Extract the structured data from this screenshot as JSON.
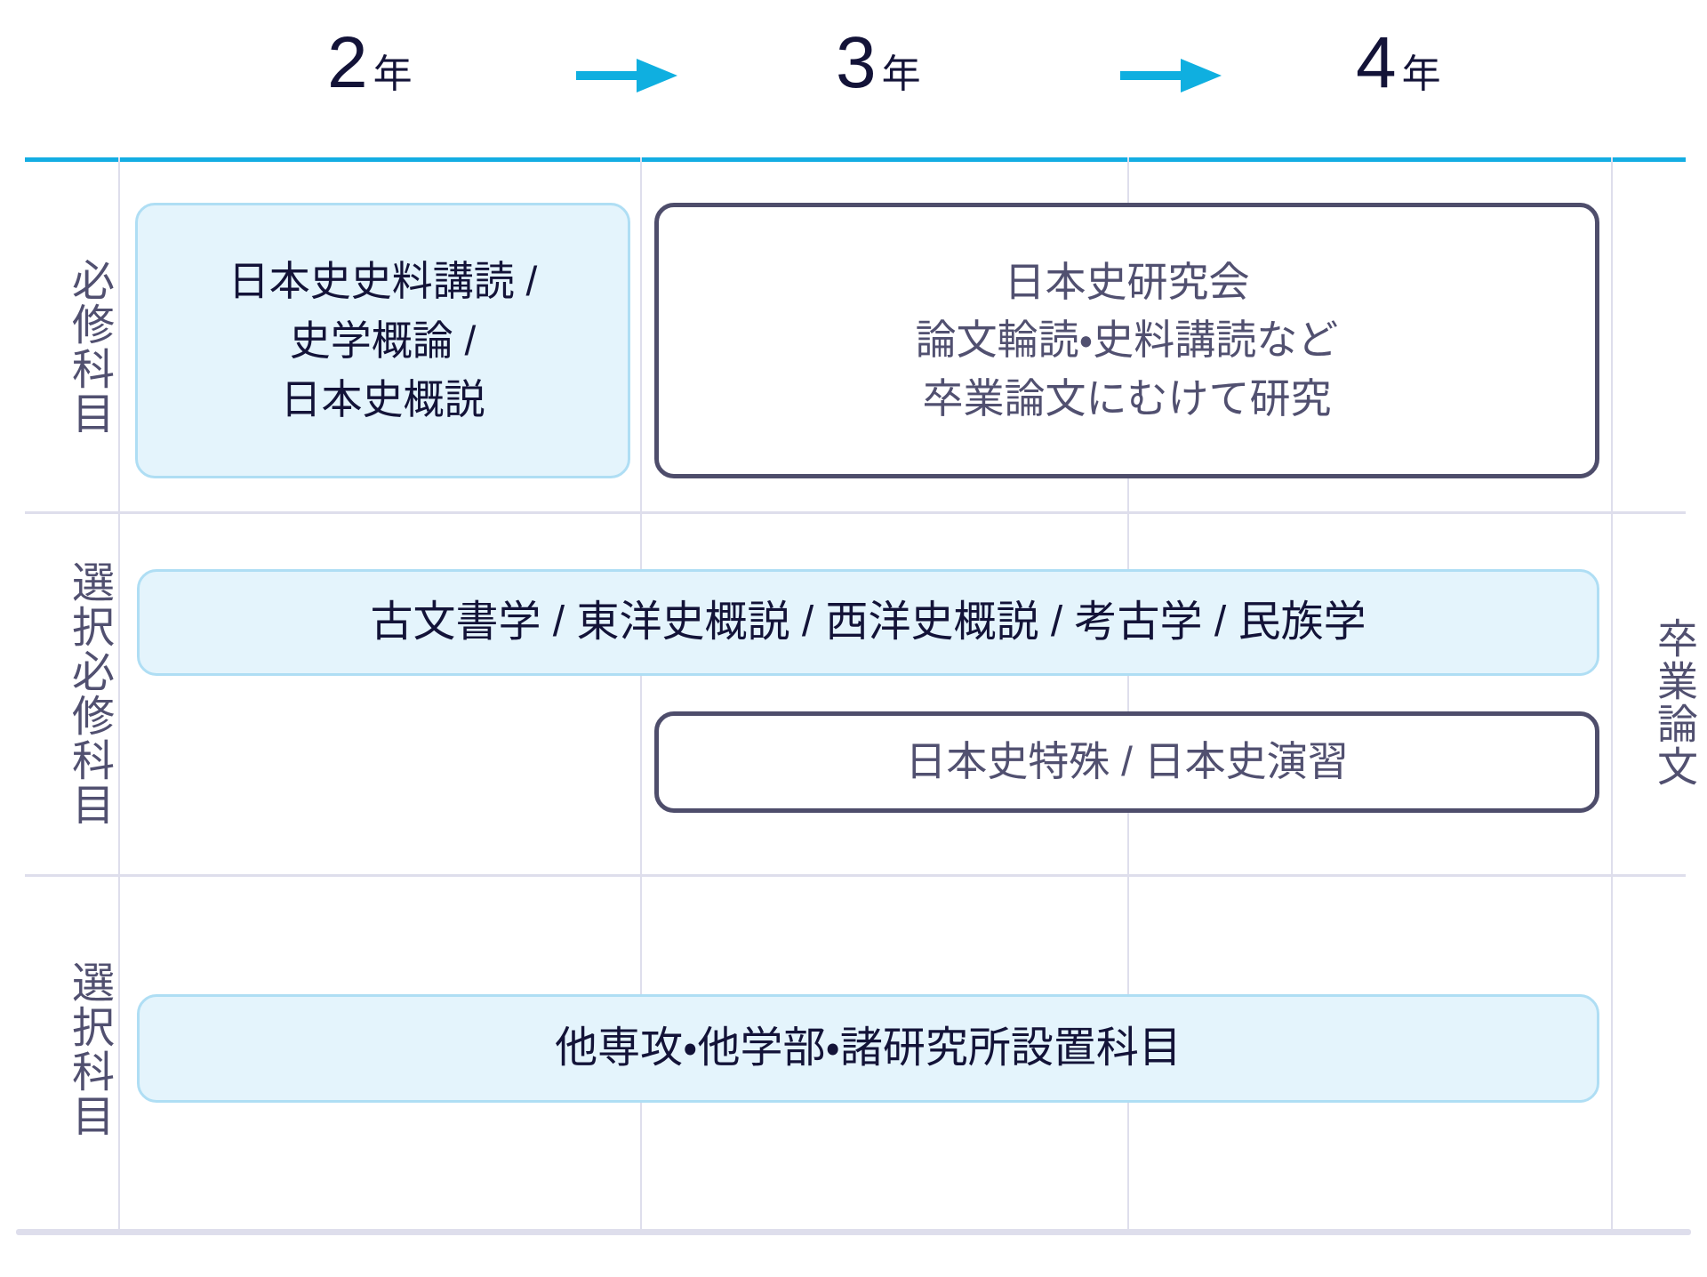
{
  "header": {
    "years": [
      {
        "number": "2",
        "unit": "年"
      },
      {
        "number": "3",
        "unit": "年"
      },
      {
        "number": "4",
        "unit": "年"
      }
    ],
    "arrow_color": "#0FAFE0",
    "arrow_icon": "arrow-right-icon"
  },
  "colors": {
    "accent_cyan": "#13ADE3",
    "grid_line": "#DEDEEC",
    "filled_box_bg": "#E4F4FC",
    "filled_box_border": "#AFDEF4",
    "outlined_box_border": "#4E4D6B",
    "dark_text": "#131338",
    "slate_text": "#515070"
  },
  "row_labels": [
    "必修科目",
    "選択必修科目",
    "選択科目"
  ],
  "side_label": "卒業論文",
  "boxes": {
    "required_year2": "日本史史料講読 /\n史学概論 /\n日本史概説",
    "required_year34": "日本史研究会\n論文輪読・史料講読など\n卒業論文にむけて研究",
    "elective_required_all": "古文書学 / 東洋史概説 / 西洋史概説 / 考古学 / 民族学",
    "elective_required_year34": "日本史特殊 / 日本史演習",
    "elective_all": "他専攻・他学部・諸研究所設置科目"
  }
}
